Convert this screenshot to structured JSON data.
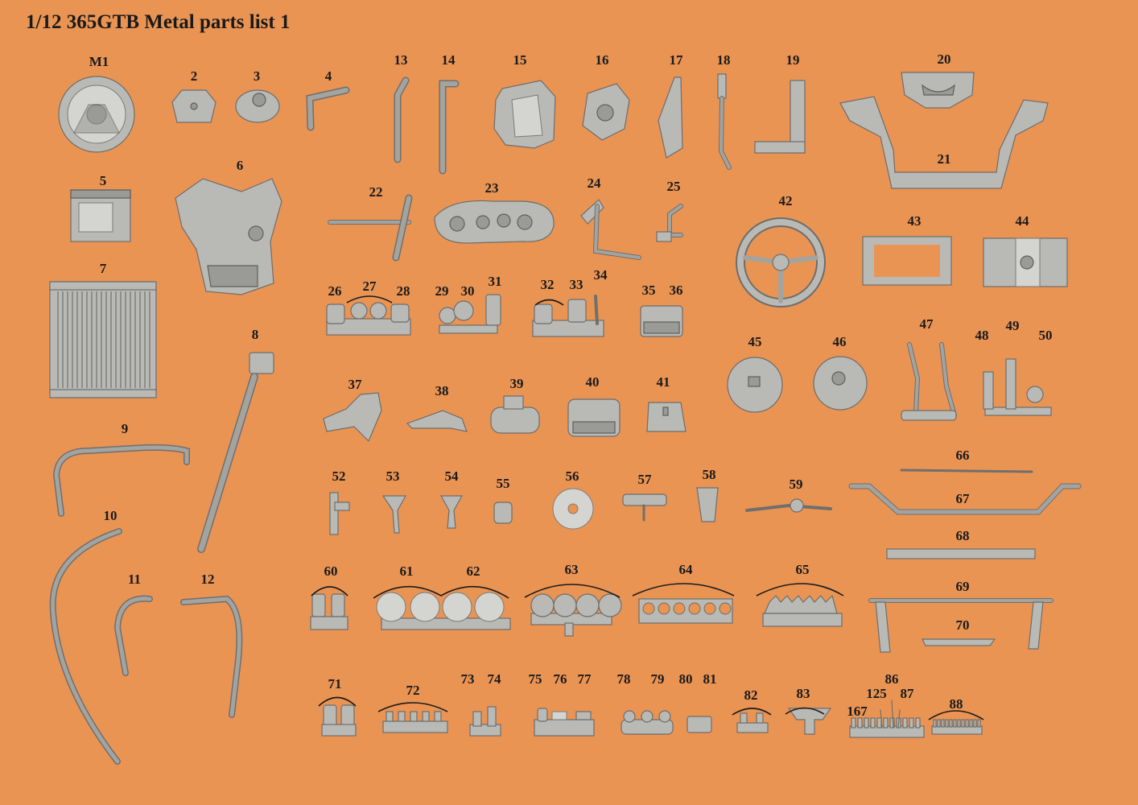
{
  "title": "1/12 365GTB Metal parts list 1",
  "parts": [
    {
      "id": "M1",
      "label": "M1"
    },
    {
      "id": "2",
      "label": "2"
    },
    {
      "id": "3",
      "label": "3"
    },
    {
      "id": "4",
      "label": "4"
    },
    {
      "id": "5",
      "label": "5"
    },
    {
      "id": "6",
      "label": "6"
    },
    {
      "id": "7",
      "label": "7"
    },
    {
      "id": "8",
      "label": "8"
    },
    {
      "id": "9",
      "label": "9"
    },
    {
      "id": "10",
      "label": "10"
    },
    {
      "id": "11",
      "label": "11"
    },
    {
      "id": "12",
      "label": "12"
    },
    {
      "id": "13",
      "label": "13"
    },
    {
      "id": "14",
      "label": "14"
    },
    {
      "id": "15",
      "label": "15"
    },
    {
      "id": "16",
      "label": "16"
    },
    {
      "id": "17",
      "label": "17"
    },
    {
      "id": "18",
      "label": "18"
    },
    {
      "id": "19",
      "label": "19"
    },
    {
      "id": "20",
      "label": "20"
    },
    {
      "id": "21",
      "label": "21"
    },
    {
      "id": "22",
      "label": "22"
    },
    {
      "id": "23",
      "label": "23"
    },
    {
      "id": "24",
      "label": "24"
    },
    {
      "id": "25",
      "label": "25"
    },
    {
      "id": "26",
      "label": "26"
    },
    {
      "id": "27",
      "label": "27"
    },
    {
      "id": "28",
      "label": "28"
    },
    {
      "id": "29",
      "label": "29"
    },
    {
      "id": "30",
      "label": "30"
    },
    {
      "id": "31",
      "label": "31"
    },
    {
      "id": "32",
      "label": "32"
    },
    {
      "id": "33",
      "label": "33"
    },
    {
      "id": "34",
      "label": "34"
    },
    {
      "id": "35",
      "label": "35"
    },
    {
      "id": "36",
      "label": "36"
    },
    {
      "id": "37",
      "label": "37"
    },
    {
      "id": "38",
      "label": "38"
    },
    {
      "id": "39",
      "label": "39"
    },
    {
      "id": "40",
      "label": "40"
    },
    {
      "id": "41",
      "label": "41"
    },
    {
      "id": "42",
      "label": "42"
    },
    {
      "id": "43",
      "label": "43"
    },
    {
      "id": "44",
      "label": "44"
    },
    {
      "id": "45",
      "label": "45"
    },
    {
      "id": "46",
      "label": "46"
    },
    {
      "id": "47",
      "label": "47"
    },
    {
      "id": "48",
      "label": "48"
    },
    {
      "id": "49",
      "label": "49"
    },
    {
      "id": "50",
      "label": "50"
    },
    {
      "id": "52",
      "label": "52"
    },
    {
      "id": "53",
      "label": "53"
    },
    {
      "id": "54",
      "label": "54"
    },
    {
      "id": "55",
      "label": "55"
    },
    {
      "id": "56",
      "label": "56"
    },
    {
      "id": "57",
      "label": "57"
    },
    {
      "id": "58",
      "label": "58"
    },
    {
      "id": "59",
      "label": "59"
    },
    {
      "id": "60",
      "label": "60"
    },
    {
      "id": "61",
      "label": "61"
    },
    {
      "id": "62",
      "label": "62"
    },
    {
      "id": "63",
      "label": "63"
    },
    {
      "id": "64",
      "label": "64"
    },
    {
      "id": "65",
      "label": "65"
    },
    {
      "id": "66",
      "label": "66"
    },
    {
      "id": "67",
      "label": "67"
    },
    {
      "id": "68",
      "label": "68"
    },
    {
      "id": "69",
      "label": "69"
    },
    {
      "id": "70",
      "label": "70"
    },
    {
      "id": "71",
      "label": "71"
    },
    {
      "id": "72",
      "label": "72"
    },
    {
      "id": "73",
      "label": "73"
    },
    {
      "id": "74",
      "label": "74"
    },
    {
      "id": "75",
      "label": "75"
    },
    {
      "id": "76",
      "label": "76"
    },
    {
      "id": "77",
      "label": "77"
    },
    {
      "id": "78",
      "label": "78"
    },
    {
      "id": "79",
      "label": "79"
    },
    {
      "id": "80",
      "label": "80"
    },
    {
      "id": "81",
      "label": "81"
    },
    {
      "id": "82",
      "label": "82"
    },
    {
      "id": "83",
      "label": "83"
    },
    {
      "id": "86",
      "label": "86"
    },
    {
      "id": "87",
      "label": "87"
    },
    {
      "id": "88",
      "label": "88"
    },
    {
      "id": "125",
      "label": "125"
    },
    {
      "id": "167",
      "label": "167"
    }
  ]
}
